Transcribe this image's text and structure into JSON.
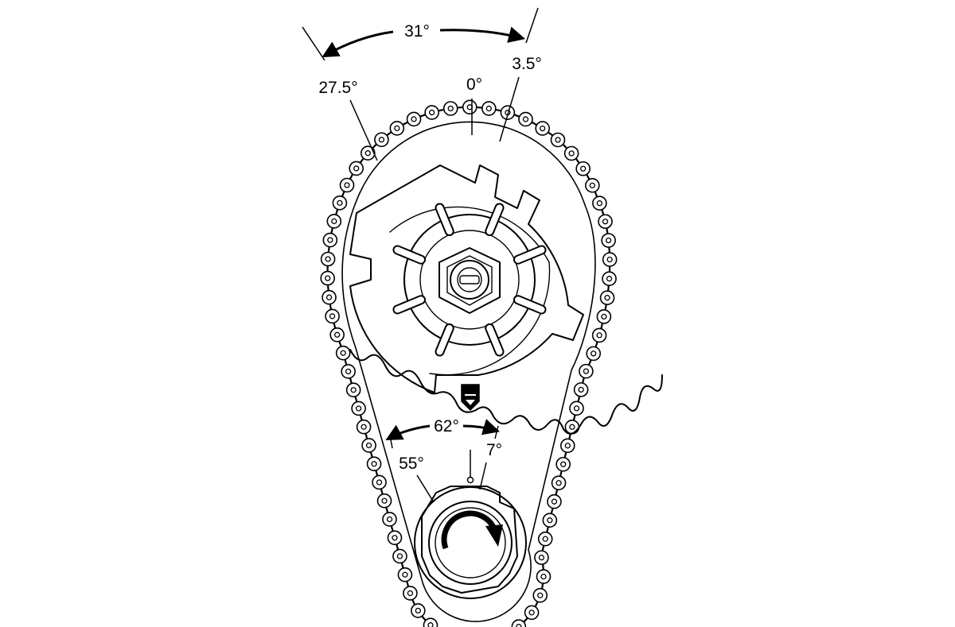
{
  "upper_sprocket": {
    "angle_left": "27.5°",
    "angle_center": "0°",
    "angle_right": "3.5°",
    "span": "31°"
  },
  "lower_sprocket": {
    "angle_left": "55°",
    "angle_right": "7°",
    "span": "62°"
  }
}
